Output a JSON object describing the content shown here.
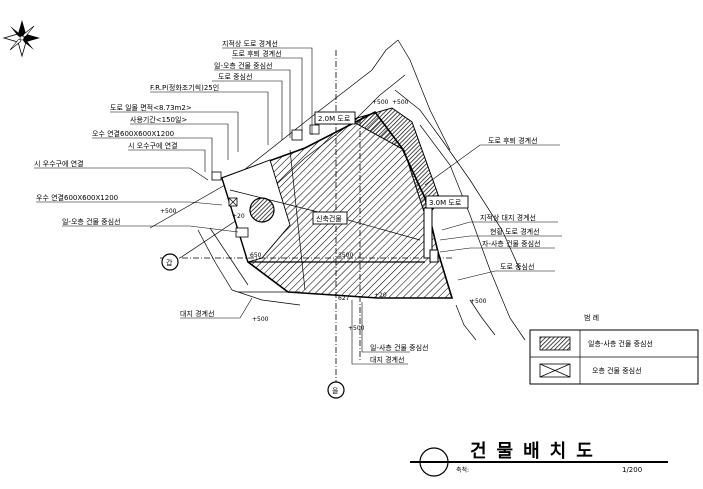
{
  "labels": {
    "road_bound_official": "지적상 도로 경계선",
    "road_rear_bound": "도로 후퇴 경계선",
    "bldg_center_12": "일-오층 건물 중심선",
    "road_center_top": "도로 중심선",
    "frp": "F.R.P(정화조기씩)25인",
    "area_rear": "도로 일몰 면적<8.73m2>",
    "use_period": "사용기간<150일>",
    "sewer_inlet": "오수 연결600X600X1200",
    "city_sewer_conn": "시 오수구에 연결",
    "city_storm_conn": "시 우수구에 연결",
    "storm_inlet": "우수 연결600X600X1200",
    "bldg_center_left": "일-오층 건물 중심선",
    "site_boundary_left": "대지 경계선",
    "road_rear_right": "도로 후퇴 경계선",
    "site_bound_official": "지적상 대지 경계선",
    "current_road_bound": "현황 도로 경계선",
    "bldg_center_24": "자-사층 건물 중심선",
    "road_center_right": "도로 중심선",
    "bldg_center_bottom": "일-사층 건물 중심선",
    "site_boundary_bottom": "대지 경계선",
    "road_2m": "2.0M 도로",
    "road_3m": "3.0M 도로",
    "new_building": "신축건물",
    "dim_left": "650",
    "dim_mid": "3500",
    "dim_a": "627",
    "elev1": "+500",
    "elev2": "+500",
    "elev3": "+500",
    "elev4": "+500",
    "elev5": "+500",
    "elev6": "+500",
    "elev7": "+20",
    "elev8": "+20",
    "circle_left": "갑",
    "circle_bottom": "을"
  },
  "legend": {
    "title": "범 례",
    "row1": "일층-사층 건물 중심선",
    "row2": "오층 건물 중심선"
  },
  "title_block": {
    "title": "건물배치도",
    "scale_label": "축척:",
    "scale": "1/200"
  }
}
